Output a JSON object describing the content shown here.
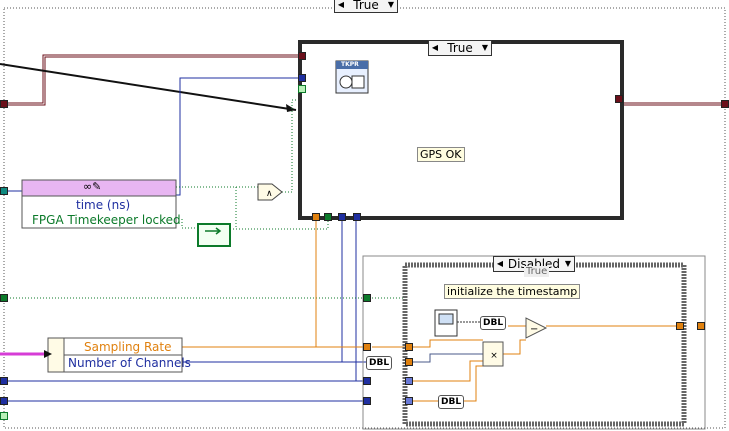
{
  "outer_case": {
    "selector_value": "True"
  },
  "inner_case": {
    "selector_value": "True",
    "label": "GPS OK",
    "vi_icon_text": "TKPR"
  },
  "node": {
    "time_ns": "time (ns)",
    "timekeeper_locked": "FPGA Timekeeper locked"
  },
  "config": {
    "sampling_rate": "Sampling Rate",
    "channels": "Number of Channels"
  },
  "disabled_structure": {
    "selector_value": "Disabled",
    "hidden_value": "True",
    "comment": "initialize the timestamp",
    "dbl_tag": "DBL"
  },
  "colors": {
    "path_wire": "#6b0f1a",
    "int_wire": "#1f2fa0",
    "bool_wire": "#0c7a2a",
    "float_wire": "#e0810f",
    "timestamp_wire": "#4a5a8a"
  }
}
